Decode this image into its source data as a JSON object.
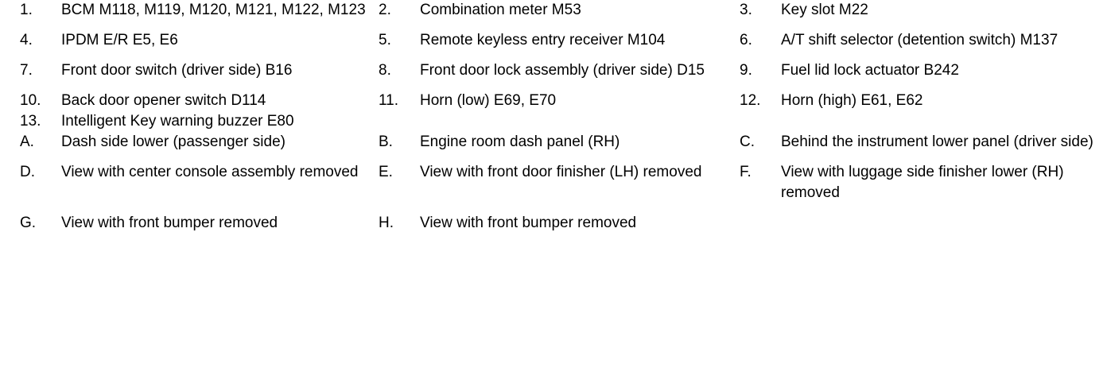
{
  "document": {
    "type": "component-legend",
    "columns": 3,
    "numbered_items": [
      {
        "marker": "1.",
        "text": "BCM M118, M119, M120, M121, M122, M123"
      },
      {
        "marker": "2.",
        "text": "Combination meter M53"
      },
      {
        "marker": "3.",
        "text": "Key slot M22"
      },
      {
        "marker": "4.",
        "text": "IPDM E/R E5, E6"
      },
      {
        "marker": "5.",
        "text": "Remote keyless entry receiver M104"
      },
      {
        "marker": "6.",
        "text": "A/T shift selector (detention switch) M137"
      },
      {
        "marker": "7.",
        "text": "Front door switch (driver side) B16"
      },
      {
        "marker": "8.",
        "text": "Front door lock assembly (driver side) D15"
      },
      {
        "marker": "9.",
        "text": "Fuel lid lock actuator B242"
      },
      {
        "marker": "10.",
        "text": "Back door opener switch D114"
      },
      {
        "marker": "11.",
        "text": "Horn (low) E69, E70"
      },
      {
        "marker": "12.",
        "text": "Horn (high) E61, E62"
      },
      {
        "marker": "13.",
        "text": "Intelligent Key warning buzzer E80"
      }
    ],
    "lettered_items": [
      {
        "marker": "A.",
        "text": "Dash side lower (passenger side)"
      },
      {
        "marker": "B.",
        "text": "Engine room dash panel (RH)"
      },
      {
        "marker": "C.",
        "text": "Behind the instrument lower panel (driver side)"
      },
      {
        "marker": "D.",
        "text": "View with center console assembly removed"
      },
      {
        "marker": "E.",
        "text": "View with front door finisher (LH) removed"
      },
      {
        "marker": "F.",
        "text": "View with luggage side finisher lower (RH) removed"
      },
      {
        "marker": "G.",
        "text": "View with front bumper removed"
      },
      {
        "marker": "H.",
        "text": "View with front bumper removed"
      }
    ],
    "colors": {
      "text": "#000000",
      "background": "#ffffff"
    }
  }
}
